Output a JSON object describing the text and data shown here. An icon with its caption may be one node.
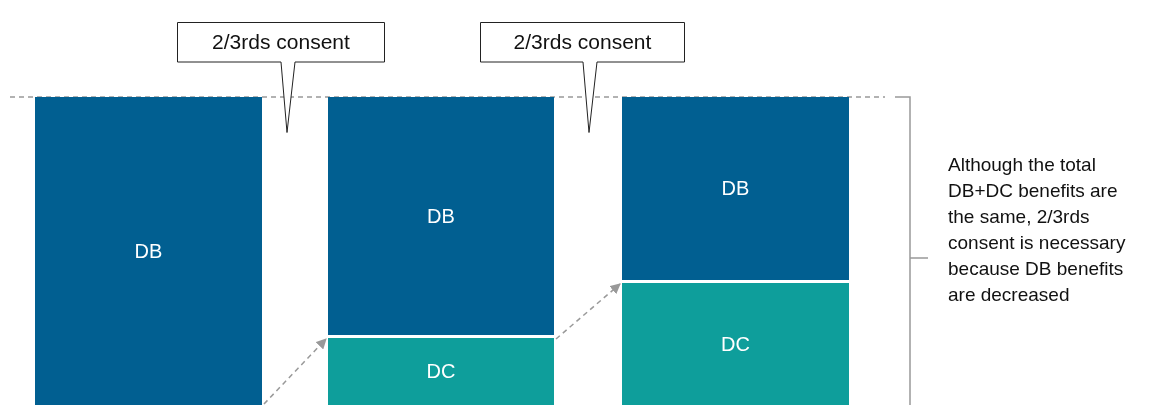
{
  "diagram": {
    "nodes": [
      {
        "text": [
          "2/3rds consent"
        ]
      },
      {
        "text": [
          "2/3rds consent"
        ]
      },
      {
        "text": [
          "DB"
        ]
      },
      {
        "text": [
          "DB"
        ]
      },
      {
        "text": [
          "DC"
        ]
      },
      {
        "text": [
          "DB"
        ]
      },
      {
        "text": [
          "DC"
        ]
      }
    ],
    "edges": [
      {
        "from": 2,
        "to": 4,
        "arrow": "to",
        "style": "dashed"
      },
      {
        "from": 4,
        "to": 6,
        "arrow": "to",
        "style": "dashed"
      }
    ],
    "labels": [
      "Although the total DB+DC benefits are the same, 2/3rds consent is necessary because DB benefits are decreased"
    ]
  }
}
